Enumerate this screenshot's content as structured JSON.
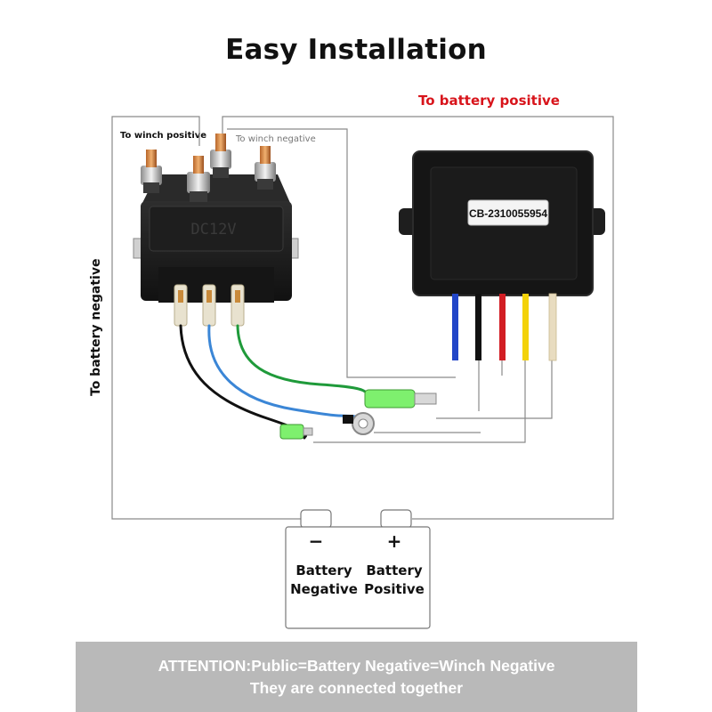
{
  "title": "Easy Installation",
  "labels": {
    "battery_positive_top": "To battery positive",
    "winch_positive": "To winch positive",
    "winch_negative": "To winch negative",
    "battery_negative_side": "To battery negative"
  },
  "solenoid": {
    "marking": "DC12V"
  },
  "control_box": {
    "code": "CB-2310055954"
  },
  "battery": {
    "minus_symbol": "−",
    "plus_symbol": "+",
    "negative_line1": "Battery",
    "negative_line2": "Negative",
    "positive_line1": "Battery",
    "positive_line2": "Positive"
  },
  "footer": {
    "line1": "ATTENTION:Public=Battery Negative=Winch Negative",
    "line2": "They are connected together"
  },
  "colors": {
    "label_red": "#d8141b",
    "footer_bg": "#b9b9b9",
    "wire_blue": "#2246c8",
    "wire_black": "#111111",
    "wire_red": "#d21e24",
    "wire_yellow": "#f3d20a",
    "wire_white": "#e8dcc0",
    "wire_green": "#1f9a3a",
    "wire_lightblue": "#3b86d6"
  }
}
